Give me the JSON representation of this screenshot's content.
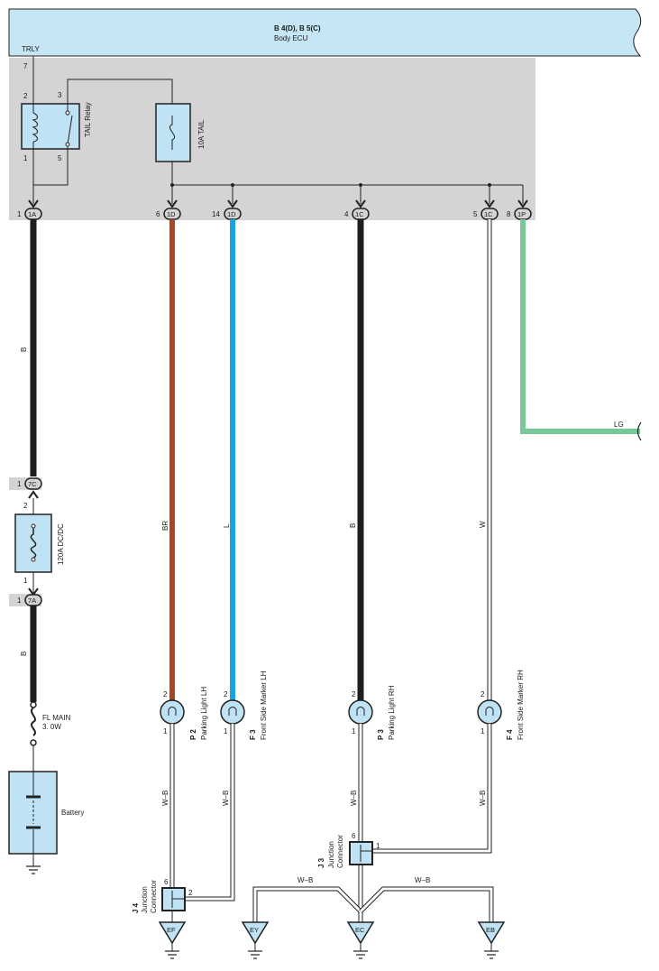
{
  "ecu": {
    "code": "B 4(D), B 5(C)",
    "name": "Body ECU",
    "terminal": "TRLY",
    "terminal_pin": "7"
  },
  "relay": {
    "label": "TAIL Relay",
    "pins": [
      "2",
      "3",
      "1",
      "5"
    ]
  },
  "fuses": {
    "tail": "10A TAIL",
    "dcdc": "120A DC/DC",
    "dcdc_pins": [
      "2",
      "1"
    ],
    "fl_main_line1": "FL MAIN",
    "fl_main_line2": "3. 0W"
  },
  "battery": {
    "label": "Battery"
  },
  "connectors": [
    {
      "pin": "1",
      "code": "1A"
    },
    {
      "pin": "6",
      "code": "1D"
    },
    {
      "pin": "14",
      "code": "1D"
    },
    {
      "pin": "4",
      "code": "1C"
    },
    {
      "pin": "5",
      "code": "1C"
    },
    {
      "pin": "8",
      "code": "1P"
    },
    {
      "pin": "1",
      "code": "7C"
    },
    {
      "pin": "1",
      "code": "7A"
    }
  ],
  "wires": {
    "main": "B",
    "main_low": "B",
    "br": "BR",
    "l": "L",
    "b_rh": "B",
    "w": "W",
    "lg": "LG",
    "gnd1": "W–B",
    "gnd2": "W–B",
    "gnd3": "W–B",
    "gnd4": "W–B",
    "gnd_h1": "W–B",
    "gnd_h2": "W–B"
  },
  "lamps": [
    {
      "code": "P 2",
      "name": "Parking Light LH",
      "pin_top": "2",
      "pin_bot": "1"
    },
    {
      "code": "F 3",
      "name": "Front Side Marker LH",
      "pin_top": "2",
      "pin_bot": "1"
    },
    {
      "code": "P 3",
      "name": "Parking Light RH",
      "pin_top": "2",
      "pin_bot": "1"
    },
    {
      "code": "F 4",
      "name": "Front Side Marker RH",
      "pin_top": "2",
      "pin_bot": "1"
    }
  ],
  "junctions": {
    "j4": {
      "code": "J 4",
      "line1": "Junction",
      "line2": "Connector",
      "pin_a": "6",
      "pin_b": "2"
    },
    "j3": {
      "code": "J 3",
      "line1": "Junction",
      "line2": "Connector",
      "pin_a": "6",
      "pin_b": "1"
    }
  },
  "grounds": [
    "EF",
    "EY",
    "EC",
    "EB"
  ],
  "colors": {
    "ecu_fill": "#c6e6f6",
    "box_fill": "#d4d4d4",
    "wire_black": "#1e1e1e",
    "wire_brown": "#a0492b",
    "wire_blue": "#17a5e0",
    "wire_green": "#78c89a",
    "component_fill": "#bfe2f4"
  }
}
